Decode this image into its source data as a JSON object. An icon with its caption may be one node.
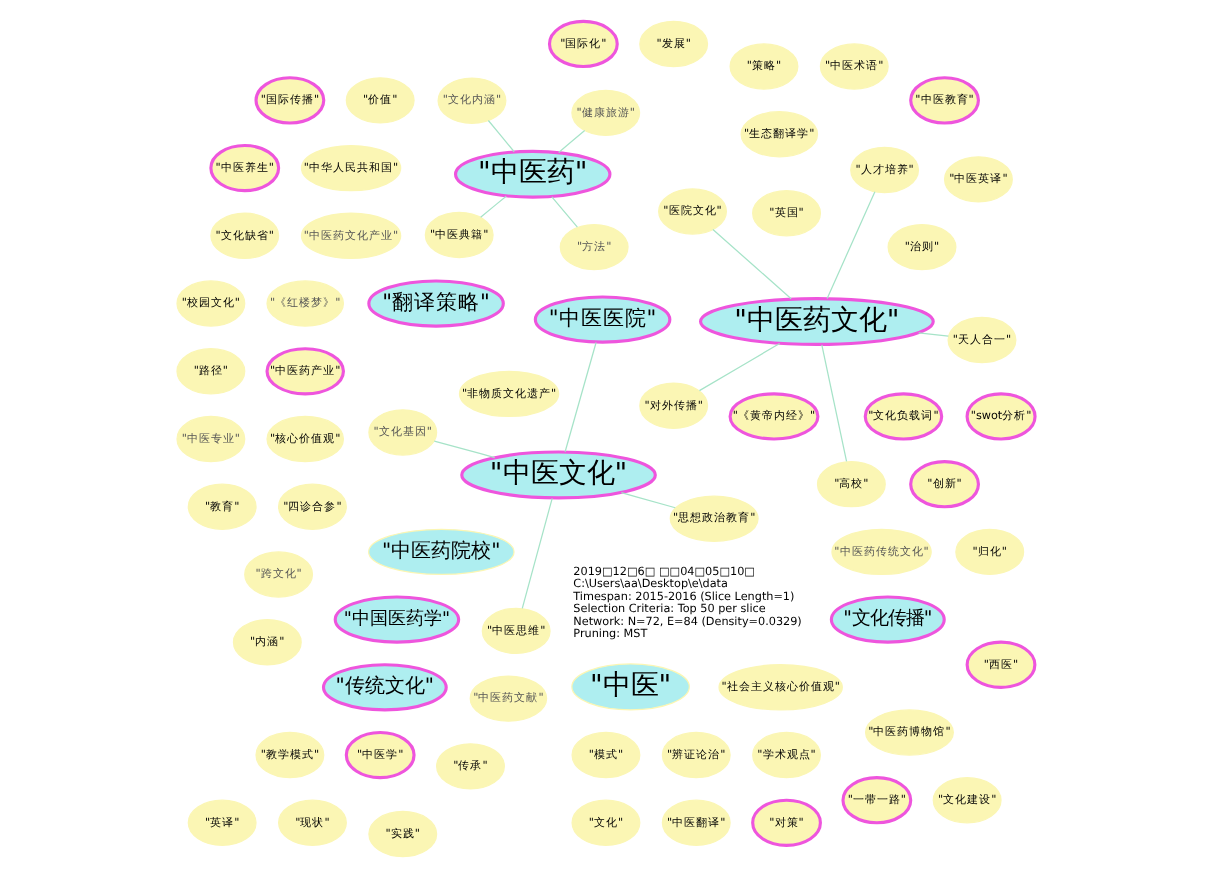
{
  "diagram": {
    "nodes": [
      {
        "text": [
          "\"英国\""
        ]
      },
      {
        "text": [
          "\"四诊合参\""
        ]
      },
      {
        "text": [
          "\"模式\""
        ]
      },
      {
        "text": [
          "\"辨证论治\""
        ]
      },
      {
        "text": [
          "\"学术观点\""
        ]
      },
      {
        "text": [
          "\"治则\""
        ]
      },
      {
        "text": [
          "\"中国医药学\""
        ]
      },
      {
        "text": [
          "\"教学模式\""
        ]
      },
      {
        "text": [
          "\"中医学\""
        ]
      },
      {
        "text": [
          "\"跨文化\""
        ]
      },
      {
        "text": [
          "\"中医\""
        ]
      },
      {
        "text": [
          "\"传承\""
        ]
      },
      {
        "text": [
          "\"创新\""
        ]
      },
      {
        "text": [
          "\"中医教育\""
        ]
      },
      {
        "text": [
          "\"文化基因\""
        ]
      },
      {
        "text": [
          "\"思想政治教育\""
        ]
      },
      {
        "text": [
          "\"中医思维\""
        ]
      },
      {
        "text": [
          "\"中医文化\""
        ]
      },
      {
        "text": [
          "\"中医医院\""
        ]
      },
      {
        "text": [
          "\"中医药文献\""
        ]
      },
      {
        "text": [
          "\"非物质文化遗产\""
        ]
      },
      {
        "text": [
          "\"中医药传统文化\""
        ]
      },
      {
        "text": [
          "\"价值\""
        ]
      },
      {
        "text": [
          "\"社会主义核心价值观\""
        ]
      },
      {
        "text": [
          "\"文化传播\""
        ]
      },
      {
        "text": [
          "\"翻译策略\""
        ]
      },
      {
        "text": [
          "\"国际传播\""
        ]
      },
      {
        "text": [
          "\"内涵\""
        ]
      },
      {
        "text": [
          "\"一带一路\""
        ]
      },
      {
        "text": [
          "\"文化负载词\""
        ]
      },
      {
        "text": [
          "\"《黄帝内经》\""
        ]
      },
      {
        "text": [
          "\"中医药院校\""
        ]
      },
      {
        "text": [
          "\"文化建设\""
        ]
      },
      {
        "text": [
          "\"中医养生\""
        ]
      },
      {
        "text": [
          "\"文化缺省\""
        ]
      },
      {
        "text": [
          "\"中医英译\""
        ]
      },
      {
        "text": [
          "\"中医术语\""
        ]
      },
      {
        "text": [
          "\"策略\""
        ]
      },
      {
        "text": [
          "\"文化\""
        ]
      },
      {
        "text": [
          "\"中医翻译\""
        ]
      },
      {
        "text": [
          "\"对策\""
        ]
      },
      {
        "text": [
          "\"医院文化\""
        ]
      },
      {
        "text": [
          "\"中医典籍\""
        ]
      },
      {
        "text": [
          "\"中华人民共和国\""
        ]
      },
      {
        "text": [
          "\"归化\""
        ]
      },
      {
        "text": [
          "\"生态翻译学\""
        ]
      },
      {
        "text": [
          "\"教育\""
        ]
      },
      {
        "text": [
          "\"中医药博物馆\""
        ]
      },
      {
        "text": [
          "\"英译\""
        ]
      },
      {
        "text": [
          "\"现状\""
        ]
      },
      {
        "text": [
          "\"西医\""
        ]
      },
      {
        "text": [
          "\"天人合一\""
        ]
      },
      {
        "text": [
          "\"方法\""
        ]
      },
      {
        "text": [
          "\"中医药\""
        ]
      },
      {
        "text": [
          "\"《红楼梦》\""
        ]
      },
      {
        "text": [
          "\"中医药文化产业\""
        ]
      },
      {
        "text": [
          "\"swot分析\""
        ]
      },
      {
        "text": [
          "\"传统文化\""
        ]
      },
      {
        "text": [
          "\"高校\""
        ]
      },
      {
        "text": [
          "\"中医药产业\""
        ]
      },
      {
        "text": [
          "\"发展\""
        ]
      },
      {
        "text": [
          "\"中医药文化\""
        ]
      },
      {
        "text": [
          "\"文化内涵\""
        ]
      },
      {
        "text": [
          "\"人才培养\""
        ]
      },
      {
        "text": [
          "\"健康旅游\""
        ]
      },
      {
        "text": [
          "\"国际化\""
        ]
      },
      {
        "text": [
          "\"对外传播\""
        ]
      },
      {
        "text": [
          "\"核心价值观\""
        ]
      },
      {
        "text": [
          "\"校园文化\""
        ]
      },
      {
        "text": [
          "\"路径\""
        ]
      },
      {
        "text": [
          "\"中医专业\""
        ]
      },
      {
        "text": [
          "\"实践\""
        ]
      }
    ],
    "edges": [
      {
        "from": 17,
        "to": 16,
        "arrow": "none"
      },
      {
        "from": 17,
        "to": 14,
        "arrow": "none"
      },
      {
        "from": 17,
        "to": 15,
        "arrow": "none"
      },
      {
        "from": 17,
        "to": 18,
        "arrow": "none"
      },
      {
        "from": 61,
        "to": 51,
        "arrow": "none"
      },
      {
        "from": 61,
        "to": 66,
        "arrow": "none"
      },
      {
        "from": 61,
        "to": 63,
        "arrow": "none"
      },
      {
        "from": 61,
        "to": 58,
        "arrow": "none"
      },
      {
        "from": 61,
        "to": 41,
        "arrow": "none"
      },
      {
        "from": 53,
        "to": 52,
        "arrow": "none"
      },
      {
        "from": 53,
        "to": 62,
        "arrow": "none"
      },
      {
        "from": 53,
        "to": 64,
        "arrow": "none"
      },
      {
        "from": 53,
        "to": 42,
        "arrow": "none"
      }
    ],
    "labels": [
      "2019□12□6□ □□04□05□10□",
      "C:\\Users\\aa\\Desktop\\e\\data",
      "Timespan: 2015-2016 (Slice Length=1)",
      "Selection Criteria: Top 50 per slice",
      "Network: N=72, E=84 (Density=0.0329)",
      "Pruning: MST"
    ]
  }
}
